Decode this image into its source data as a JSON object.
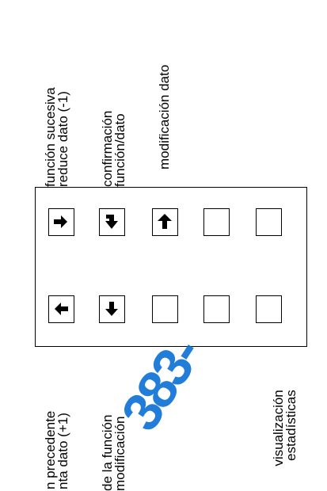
{
  "top_labels": {
    "col1": [
      "función sucesiva",
      "reduce dato (-1)"
    ],
    "col2": [
      "confirmación",
      "función/dato"
    ],
    "col3": [
      "modificación dato"
    ]
  },
  "bottom_labels": {
    "col1": [
      "n precedente",
      "nta dato (+1)"
    ],
    "col2": [
      "de la función",
      "modificación"
    ],
    "col3": [
      "visualización",
      "estadísticas"
    ]
  },
  "keys": {
    "top_row": [
      "arrow-right-icon",
      "arrow-down-hooked-icon",
      "arrow-up-icon",
      "blank",
      "blank"
    ],
    "bottom_row": [
      "arrow-left-icon",
      "arrow-down-icon",
      "blank",
      "blank",
      "blank"
    ]
  },
  "watermark": "383-"
}
